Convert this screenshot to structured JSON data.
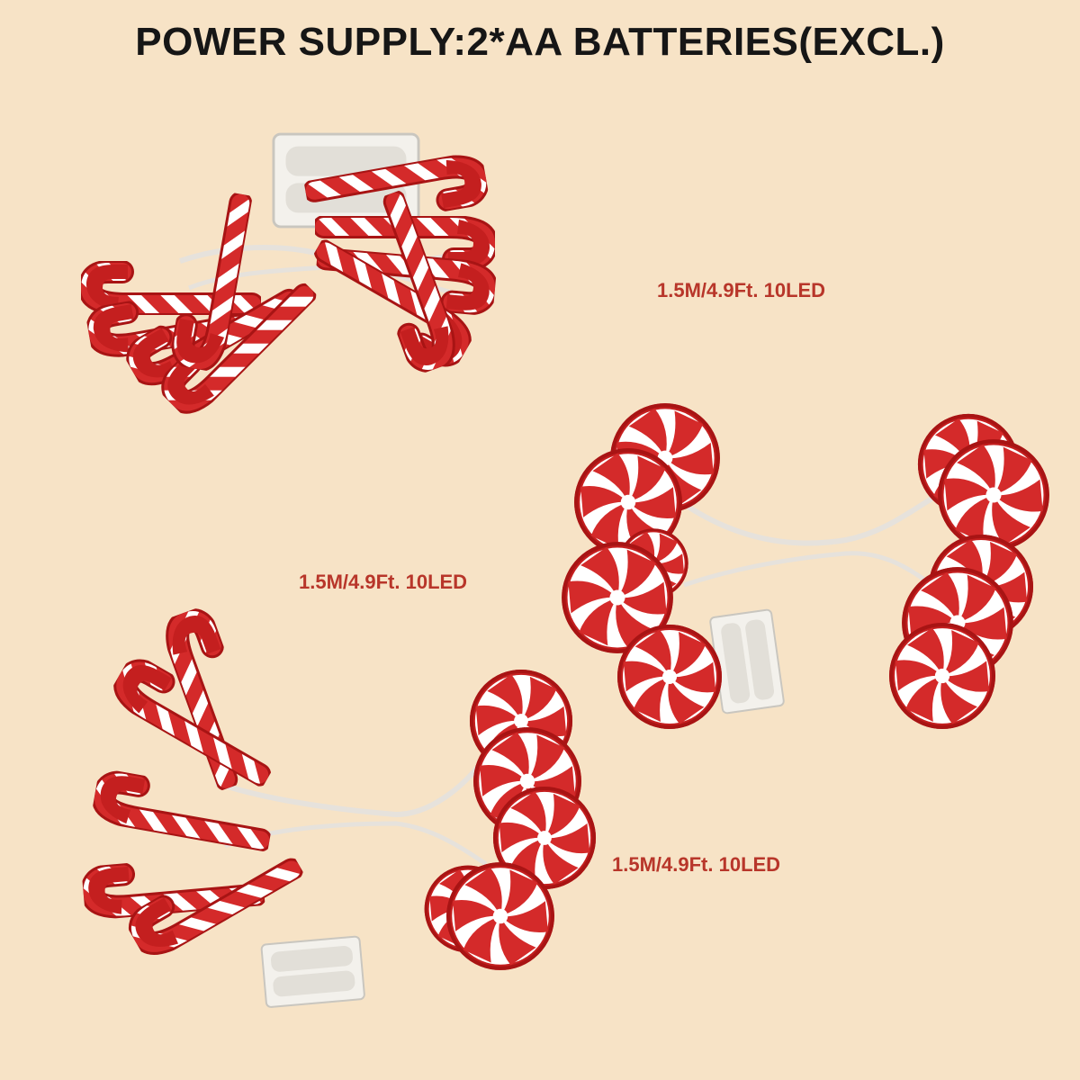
{
  "header": {
    "title": "POWER SUPPLY:2*AA BATTERIES(EXCL.)"
  },
  "products": [
    {
      "spec_label": "1.5M/4.9Ft. 10LED"
    },
    {
      "spec_label": "1.5M/4.9Ft. 10LED"
    },
    {
      "spec_label": "1.5M/4.9Ft. 10LED"
    }
  ],
  "colors": {
    "background": "#f7e3c6",
    "candy_red": "#d42a2a",
    "stripe_white": "#ffffff",
    "label_red": "#b8362a",
    "title_black": "#161616"
  }
}
